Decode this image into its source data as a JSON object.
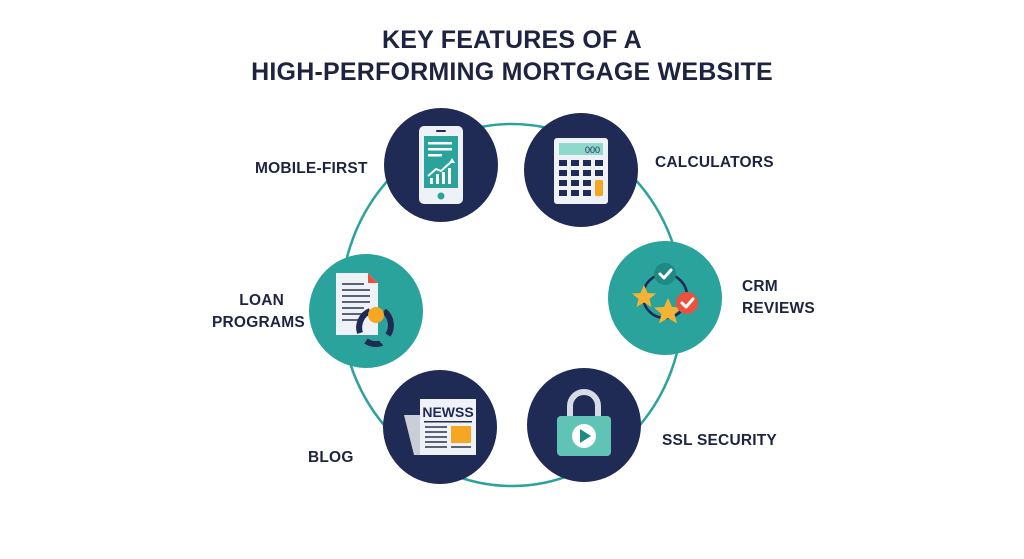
{
  "title": {
    "line1": "KEY FEATURES OF A",
    "line2": "HIGH-PERFORMING MORTGAGE WEBSITE"
  },
  "colors": {
    "navy": "#1f2a55",
    "teal": "#2aa39c",
    "ring": "#2aa39c",
    "accent_orange": "#f5a623",
    "accent_red": "#e8523f",
    "text": "#1e2440"
  },
  "features": [
    {
      "id": "mobile-first",
      "label": "MOBILE-FIRST",
      "icon": "smartphone-chart-icon",
      "circle_color": "navy"
    },
    {
      "id": "calculators",
      "label": "CALCULATORS",
      "icon": "calculator-icon",
      "circle_color": "navy",
      "display_value": "000"
    },
    {
      "id": "crm-reviews",
      "label_line1": "CRM",
      "label_line2": "REVIEWS",
      "icon": "stars-checkmarks-icon",
      "circle_color": "teal"
    },
    {
      "id": "ssl-security",
      "label": "SSL SECURITY",
      "icon": "padlock-icon",
      "circle_color": "navy"
    },
    {
      "id": "blog",
      "label": "BLOG",
      "icon": "newspaper-icon",
      "circle_color": "navy",
      "newspaper_text": "NEWSS"
    },
    {
      "id": "loan-programs",
      "label_line1": "LOAN",
      "label_line2": "PROGRAMS",
      "icon": "document-cycle-icon",
      "circle_color": "teal"
    }
  ]
}
